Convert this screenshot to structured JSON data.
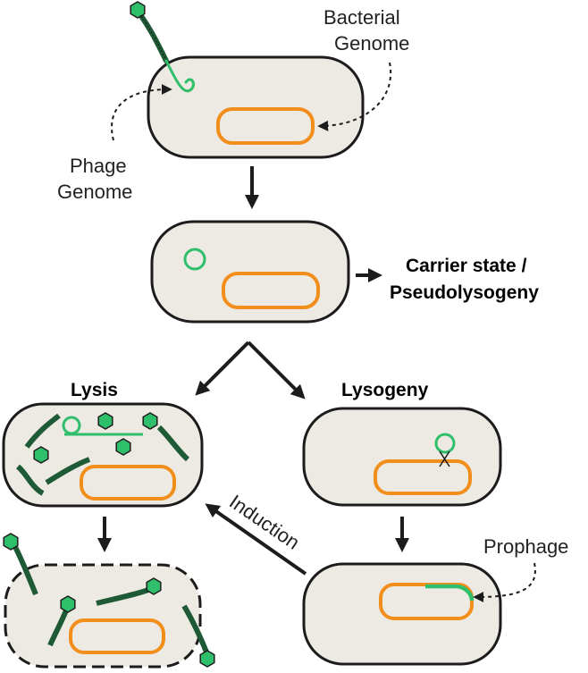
{
  "labels": {
    "bacterial_genome_line1": "Bacterial",
    "bacterial_genome_line2": "Genome",
    "phage_genome_line1": "Phage",
    "phage_genome_line2": "Genome",
    "carrier_line1": "Carrier state /",
    "carrier_line2": "Pseudolysogeny",
    "lysis": "Lysis",
    "lysogeny": "Lysogeny",
    "induction": "Induction",
    "prophage": "Prophage"
  },
  "colors": {
    "cell_fill": "#eceae2",
    "cell_stroke": "#1c1c1c",
    "bacterial_genome": "#f28e1c",
    "phage_dna": "#2fbf6a",
    "phage_body": "#1e5a36"
  }
}
